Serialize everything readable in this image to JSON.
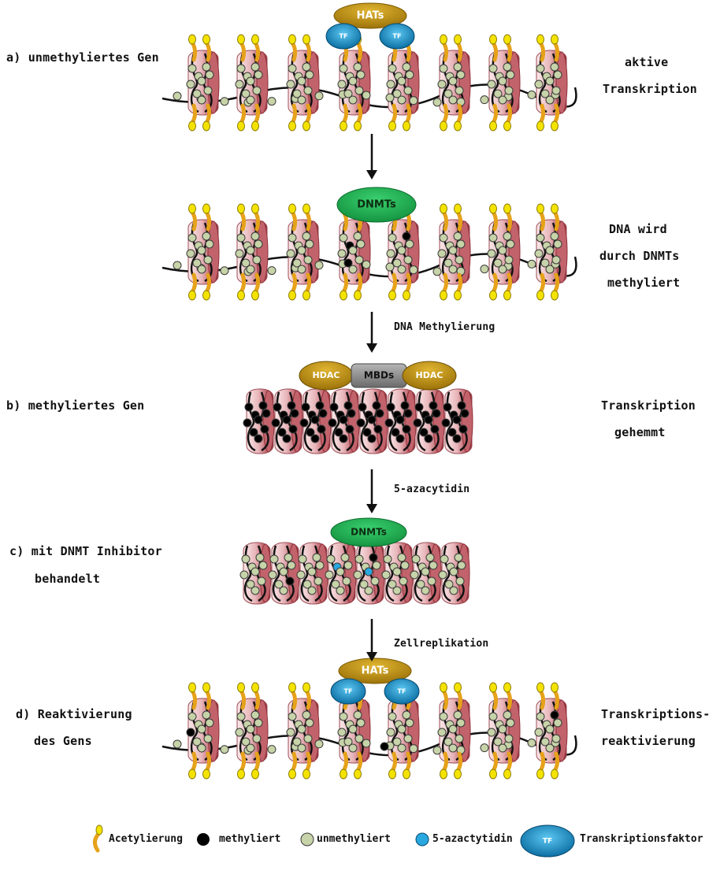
{
  "rows": {
    "a": {
      "label": "a) unmethyliertes Gen",
      "right_line1": "aktive",
      "right_line2": "Transkription",
      "enzyme": "HATs",
      "factor": "TF"
    },
    "m": {
      "right_line1": "DNA wird",
      "right_line2": "durch DNMTs",
      "right_line3": "methyliert",
      "enzyme": "DNMTs"
    },
    "b": {
      "label": "b) methyliertes Gen",
      "right_line1": "Transkription",
      "right_line2": "gehemmt",
      "left_enzyme": "HDAC",
      "mid_enzyme": "MBDs",
      "right_enzyme": "HDAC"
    },
    "c": {
      "label_line1": "c) mit DNMT Inhibitor",
      "label_line2": "behandelt",
      "enzyme": "DNMTs"
    },
    "d": {
      "label_line1": "d) Reaktivierung",
      "label_line2": "des Gens",
      "right_line1": "Transkriptions-",
      "right_line2": "reaktivierung",
      "enzyme": "HATs",
      "factor": "TF"
    }
  },
  "arrows": {
    "methylierung": "DNA Methylierung",
    "azacytidin": "5-azacytidin",
    "replikation": "Zellreplikation"
  },
  "legend": {
    "acetylierung": "Acetylierung",
    "methyliert": "methyliert",
    "unmethyliert": "unmethyliert",
    "azactytidin": "5-azactytidin",
    "factor_icon": "TF",
    "transkriptionsfaktor": "Transkriptionsfaktor"
  },
  "colors": {
    "nucleosome": "#c97b82",
    "unmethylated": "#c7d3a8",
    "methylated": "#000000",
    "azacytidine": "#29a8e0",
    "acetyl_yellow": "#f4e300",
    "acetyl_orange": "#e6a21a",
    "hat": "#c49410",
    "tf": "#1a9ad6",
    "dnmt": "#22b455",
    "hdac": "#b8860b",
    "mbd": "#8f8f8f"
  }
}
